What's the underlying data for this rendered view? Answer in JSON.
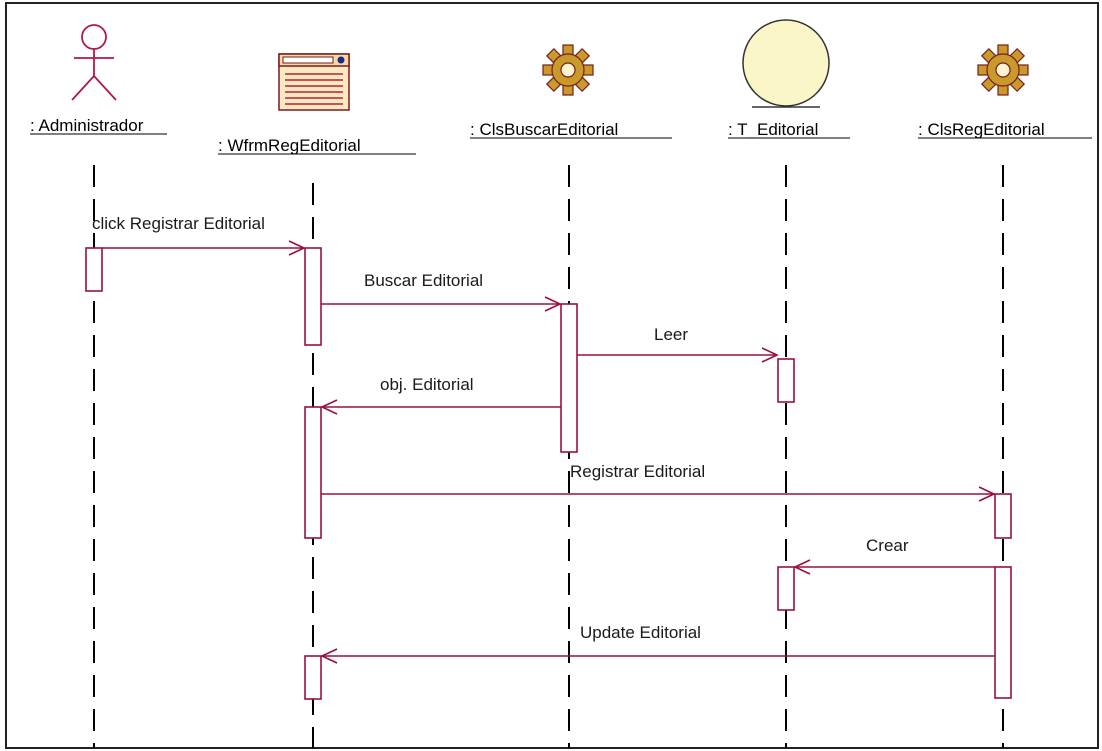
{
  "participants": [
    {
      "id": "admin",
      "label": ": Administrador",
      "icon": "actor-icon"
    },
    {
      "id": "form",
      "label": ": WfrmRegEditorial",
      "icon": "boundary-form-icon"
    },
    {
      "id": "buscar",
      "label": ": ClsBuscarEditorial",
      "icon": "control-gear-icon"
    },
    {
      "id": "table",
      "label": ": T_Editorial",
      "icon": "entity-icon"
    },
    {
      "id": "reg",
      "label": ": ClsRegEditorial",
      "icon": "control-gear-icon"
    }
  ],
  "messages": [
    {
      "from": "admin",
      "to": "form",
      "label": "click Registrar Editorial"
    },
    {
      "from": "form",
      "to": "buscar",
      "label": "Buscar Editorial"
    },
    {
      "from": "buscar",
      "to": "table",
      "label": "Leer"
    },
    {
      "from": "buscar",
      "to": "form",
      "label": "obj. Editorial"
    },
    {
      "from": "form",
      "to": "reg",
      "label": "Registrar Editorial"
    },
    {
      "from": "reg",
      "to": "table",
      "label": "Crear"
    },
    {
      "from": "reg",
      "to": "form",
      "label": "Update Editorial"
    }
  ],
  "colors": {
    "message_line": "#9a1040",
    "gear": "#c89a2a",
    "entity_fill": "#fbf6c8",
    "form_fill": "#fbe9c4",
    "form_line": "#c02030"
  }
}
